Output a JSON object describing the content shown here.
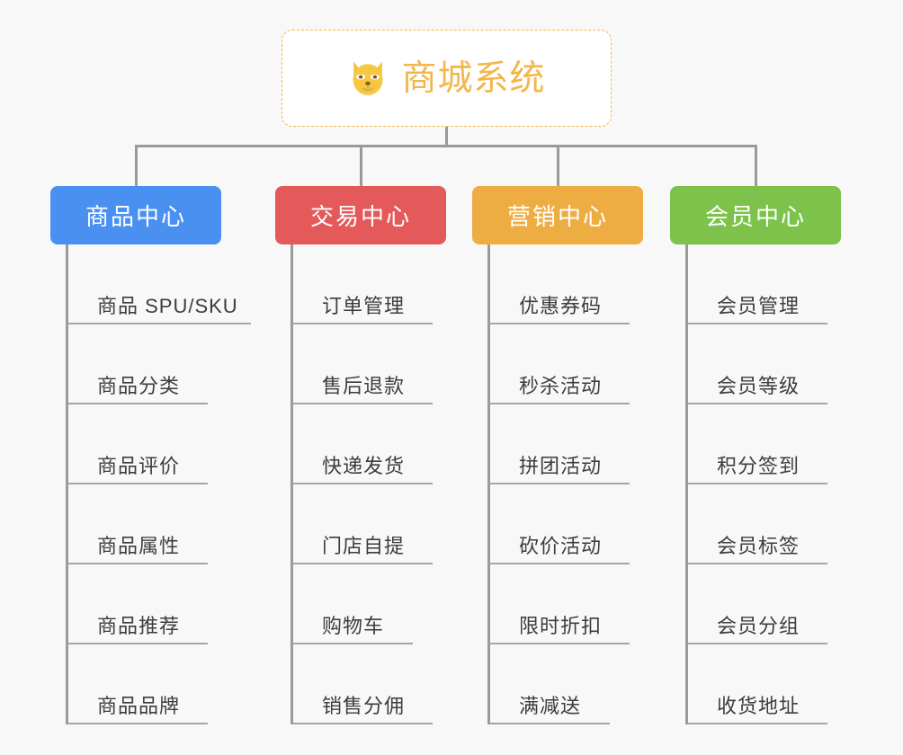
{
  "background_color": "#f8f8f8",
  "root": {
    "title": "商城系统",
    "icon": "shiba-dog-emoji",
    "border_color": "#f0b84a",
    "text_color": "#f3b64b"
  },
  "connector_color": "#9a9a9a",
  "columns": [
    {
      "name": "product-center",
      "label": "商品中心",
      "color": "#4a90f0",
      "items": [
        "商品 SPU/SKU",
        "商品分类",
        "商品评价",
        "商品属性",
        "商品推荐",
        "商品品牌"
      ]
    },
    {
      "name": "trade-center",
      "label": "交易中心",
      "color": "#e4595a",
      "items": [
        "订单管理",
        "售后退款",
        "快递发货",
        "门店自提",
        "购物车",
        "销售分佣"
      ]
    },
    {
      "name": "marketing-center",
      "label": "营销中心",
      "color": "#eead43",
      "items": [
        "优惠券码",
        "秒杀活动",
        "拼团活动",
        "砍价活动",
        "限时折扣",
        "满减送"
      ]
    },
    {
      "name": "member-center",
      "label": "会员中心",
      "color": "#7cc24b",
      "items": [
        "会员管理",
        "会员等级",
        "积分签到",
        "会员标签",
        "会员分组",
        "收货地址"
      ]
    }
  ]
}
